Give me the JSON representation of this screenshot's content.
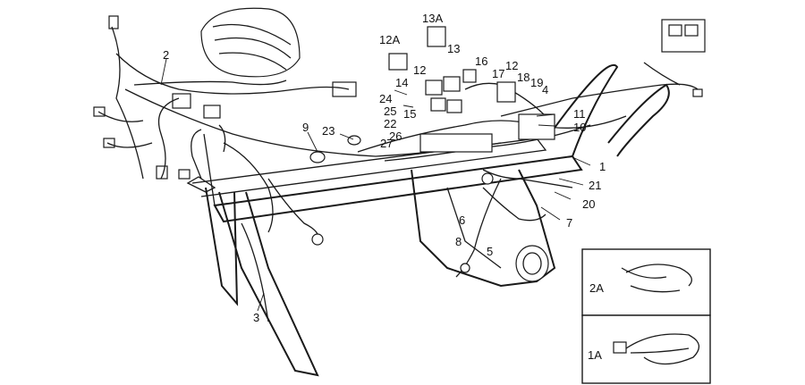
{
  "callouts": {
    "c1": "1",
    "c2": "2",
    "c3": "3",
    "c4": "4",
    "c5": "5",
    "c6": "6",
    "c7": "7",
    "c8": "8",
    "c9": "9",
    "c10": "10",
    "c11": "11",
    "c12a": "12",
    "c12b": "12",
    "c12A": "12A",
    "c13": "13",
    "c13A": "13A",
    "c14": "14",
    "c15": "15",
    "c16": "16",
    "c17": "17",
    "c18": "18",
    "c19": "19",
    "c20": "20",
    "c21": "21",
    "c22": "22",
    "c23": "23",
    "c24": "24",
    "c25": "25",
    "c26": "26",
    "c27": "27"
  },
  "insets": {
    "top_label": "2A",
    "bottom_label": "1A"
  }
}
